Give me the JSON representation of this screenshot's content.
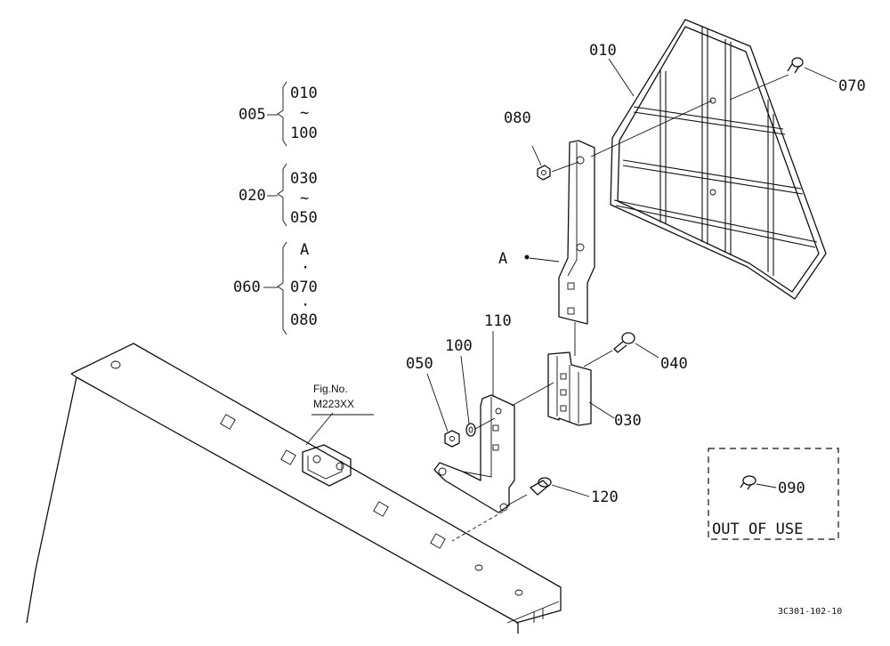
{
  "groups": [
    {
      "id": "005",
      "top": "010",
      "mid": "~",
      "bottom": "100"
    },
    {
      "id": "020",
      "top": "030",
      "mid": "~",
      "bottom": "050"
    },
    {
      "id": "060",
      "top": "A",
      "dot1": "·",
      "middle": "070",
      "dot2": "·",
      "bottom": "080"
    }
  ],
  "callouts": {
    "p010": "010",
    "p070": "070",
    "p080": "080",
    "pA": "A",
    "p110": "110",
    "p100": "100",
    "p050": "050",
    "p040": "040",
    "p030": "030",
    "p120": "120",
    "p090": "090"
  },
  "figref": {
    "line1": "Fig.No.",
    "line2": "M223XX"
  },
  "out_of_use": "OUT OF USE",
  "drawing_code": "3C301-102-10"
}
